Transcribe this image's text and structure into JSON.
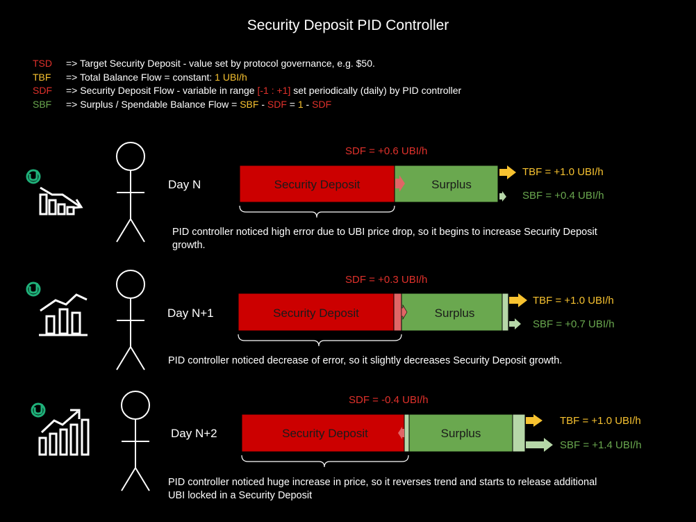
{
  "title": "Security Deposit PID Controller",
  "legend": [
    {
      "abbr": "TSD",
      "abbr_color": "red",
      "text": "=> Target Security Deposit - value set by protocol governance, e.g. $50."
    },
    {
      "abbr": "TBF",
      "abbr_color": "yellow",
      "pre": "=> Total Balance Flow = constant: ",
      "value": "1 UBI/h"
    },
    {
      "abbr": "SDF",
      "abbr_color": "red",
      "pre": "=> Security Deposit Flow - variable in range ",
      "range": "[-1 : +1]",
      "post": " set periodically (daily) by PID controller"
    },
    {
      "abbr": "SBF",
      "abbr_color": "green",
      "pre": "=> Surplus / Spendable Balance Flow = ",
      "t1": "SBF",
      "t2": " - ",
      "t3": "SDF",
      "t4": " = ",
      "t5": "1",
      "t6": " - ",
      "t7": "SDF"
    }
  ],
  "days": [
    {
      "day": "Day N",
      "sdf": "SDF = +0.6 UBI/h",
      "deposit_label": "Security Deposit",
      "surplus_label": "Surplus",
      "tbf": "TBF = +1.0 UBI/h",
      "sbf": "SBF = +0.4 UBI/h",
      "description": "PID controller noticed high error due to UBI price drop, so it begins to increase Security Deposit growth.",
      "icon": "price-drop-chart-icon"
    },
    {
      "day": "Day N+1",
      "sdf": "SDF = +0.3 UBI/h",
      "deposit_label": "Security Deposit",
      "surplus_label": "Surplus",
      "tbf": "TBF = +1.0 UBI/h",
      "sbf": "SBF = +0.7 UBI/h",
      "description": "PID controller noticed decrease of error, so it slightly decreases Security Deposit growth.",
      "icon": "price-fluctuation-chart-icon"
    },
    {
      "day": "Day N+2",
      "sdf": "SDF = -0.4 UBI/h",
      "deposit_label": "Security Deposit",
      "surplus_label": "Surplus",
      "tbf": "TBF = +1.0 UBI/h",
      "sbf": "SBF = +1.4 UBI/h",
      "description": "PID controller noticed huge increase in price, so it reverses trend and starts to release additional UBI locked in a Security Deposit",
      "icon": "price-rise-chart-icon"
    }
  ],
  "colors": {
    "deposit": "#cc0000",
    "surplus": "#6aa84f",
    "surplus_light": "#b6d7a8",
    "sdf_text": "#e0312b",
    "tbf_arrow": "#f7c230",
    "sbf_arrow": "#b6d7a8",
    "logo": "#1fb17a"
  }
}
